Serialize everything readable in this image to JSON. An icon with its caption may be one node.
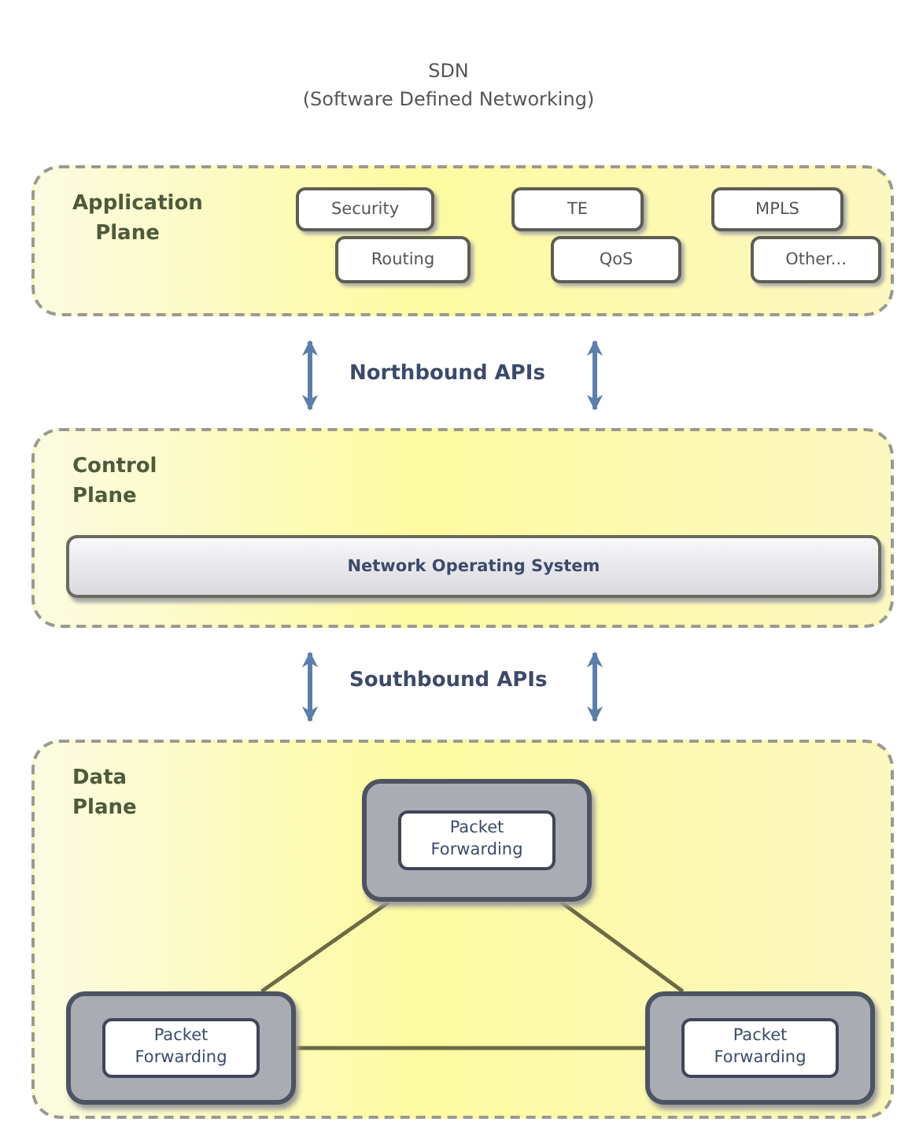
{
  "diagram": {
    "title": "SDN (Software Defined Networking)",
    "nodes": [
      {
        "text": [
          "Application Plane"
        ]
      },
      {
        "text": [
          "Security"
        ],
        "in": 0
      },
      {
        "text": [
          "Routing"
        ],
        "in": 0
      },
      {
        "text": [
          "TE"
        ],
        "in": 0
      },
      {
        "text": [
          "QoS"
        ],
        "in": 0
      },
      {
        "text": [
          "MPLS"
        ],
        "in": 0
      },
      {
        "text": [
          "Other..."
        ],
        "in": 0
      },
      {
        "text": [
          "Control Plane"
        ]
      },
      {
        "text": [
          "Network Operating System"
        ],
        "in": 7
      },
      {
        "text": [
          "Data Plane"
        ]
      },
      {
        "text": [
          "Packet Forwarding"
        ],
        "in": 9
      },
      {
        "text": [
          "Packet Forwarding"
        ],
        "in": 9
      },
      {
        "text": [
          "Packet Forwarding"
        ],
        "in": 9
      }
    ],
    "edges": [
      {
        "from": 0,
        "to": 7,
        "arrow": "both"
      },
      {
        "from": 0,
        "to": 7,
        "arrow": "both"
      },
      {
        "from": 7,
        "to": 9,
        "arrow": "both"
      },
      {
        "from": 7,
        "to": 9,
        "arrow": "both"
      },
      {
        "from": 10,
        "to": 11,
        "arrow": "none",
        "color": "#6b6a45"
      },
      {
        "from": 10,
        "to": 12,
        "arrow": "none",
        "color": "#6b6a45"
      },
      {
        "from": 11,
        "to": 12,
        "arrow": "none",
        "color": "#6b6a45"
      }
    ],
    "labels": [
      "Northbound APIs",
      "Southbound APIs"
    ]
  }
}
